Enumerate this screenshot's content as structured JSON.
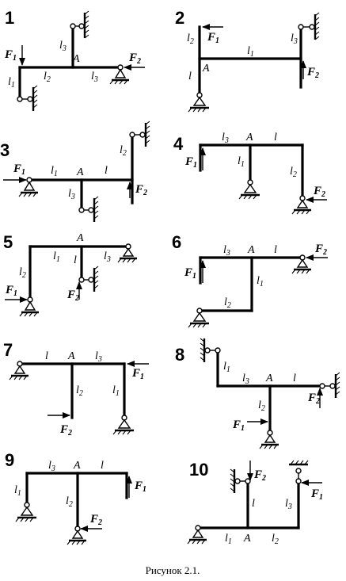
{
  "caption": "Рисунок 2.1.",
  "numbers": [
    "1",
    "2",
    "3",
    "4",
    "5",
    "6",
    "7",
    "8",
    "9",
    "10"
  ],
  "labels": {
    "A": "A",
    "l": "l",
    "l1": "l1",
    "l2": "l2",
    "l3": "l3",
    "F1": "F1",
    "F2": "F2"
  }
}
